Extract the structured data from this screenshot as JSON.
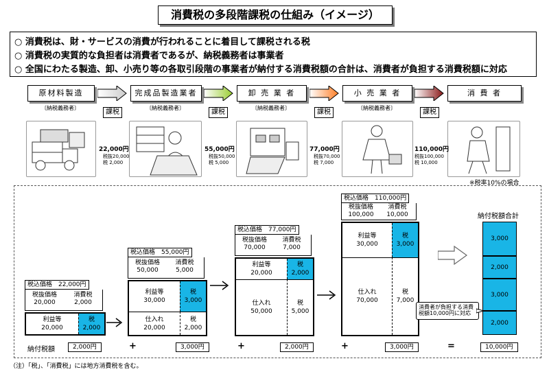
{
  "title": "消費税の多段階課税の仕組み（イメージ）",
  "points": [
    "○ 消費税は、財・サービスの消費が行われることに着目して課税される税",
    "○ 消費税の実質的な負担者は消費者であるが、納税義務者は事業者",
    "○ 全国にわたる製造、卸、小売り等の各取引段階の事業者が納付する消費税額の合計は、消費者が負担する消費税額に対応"
  ],
  "stages": [
    {
      "name": "原材料製造",
      "taxpayer": "〔納税義務者〕"
    },
    {
      "name": "完成品製造業者",
      "taxpayer": "〔納税義務者〕"
    },
    {
      "name": "卸 売 業 者",
      "taxpayer": "〔納税義務者〕"
    },
    {
      "name": "小 売 業 者",
      "taxpayer": "〔納税義務者〕"
    },
    {
      "name": "消 費 者",
      "taxpayer": ""
    }
  ],
  "kazei_label": "課税",
  "arrow_colors": [
    "#ffffff",
    "#9acd32",
    "#ff7f27",
    "#8b1a1a"
  ],
  "prices": [
    {
      "total": "22,000円",
      "line1": "税抜20,000",
      "line2": "税 2,000"
    },
    {
      "total": "55,000円",
      "line1": "税抜50,000",
      "line2": "税 5,000"
    },
    {
      "total": "77,000円",
      "line1": "税抜70,000",
      "line2": "税 7,000"
    },
    {
      "total": "110,000円",
      "line1": "税抜100,000",
      "line2": "税 10,000"
    }
  ],
  "tax_rate_note": "※税率10%の場合",
  "flow": {
    "tax_incl_label": "税込価格",
    "pretax_label": "税抜価格",
    "tax_label": "消費税",
    "profit_label": "利益等",
    "zei_label": "税",
    "purchase_label": "仕入れ",
    "steps": [
      {
        "incl": "22,000円",
        "pretax": "20,000",
        "tax": "2,000",
        "profit": "20,000",
        "zei": "2,000"
      },
      {
        "incl": "55,000円",
        "pretax": "50,000",
        "tax": "5,000",
        "profit": "30,000",
        "zei": "3,000",
        "purchase": "20,000",
        "purchase_tax": "2,000"
      },
      {
        "incl": "77,000円",
        "pretax": "70,000",
        "tax": "7,000",
        "profit": "20,000",
        "zei": "2,000",
        "purchase": "50,000",
        "purchase_tax": "5,000"
      },
      {
        "incl": "110,000円",
        "pretax": "100,000",
        "tax": "10,000",
        "profit": "30,000",
        "zei": "3,000",
        "purchase": "70,000",
        "purchase_tax": "7,000"
      }
    ],
    "total_title": "納付税額合計",
    "total_blocks": [
      "3,000",
      "2,000",
      "3,000",
      "2,000"
    ],
    "consumer_note": "消費者が負担する消費税額10,000円に対応",
    "paid_label": "納付税額",
    "paid": [
      "2,000円",
      "3,000円",
      "2,000円",
      "3,000円"
    ],
    "paid_total": "10,000円",
    "plus": "+",
    "equals": "="
  },
  "footnote": "（注）「税」、「消費税」には地方消費税を含む。",
  "colors": {
    "tax_blue": "#19b5e6"
  }
}
